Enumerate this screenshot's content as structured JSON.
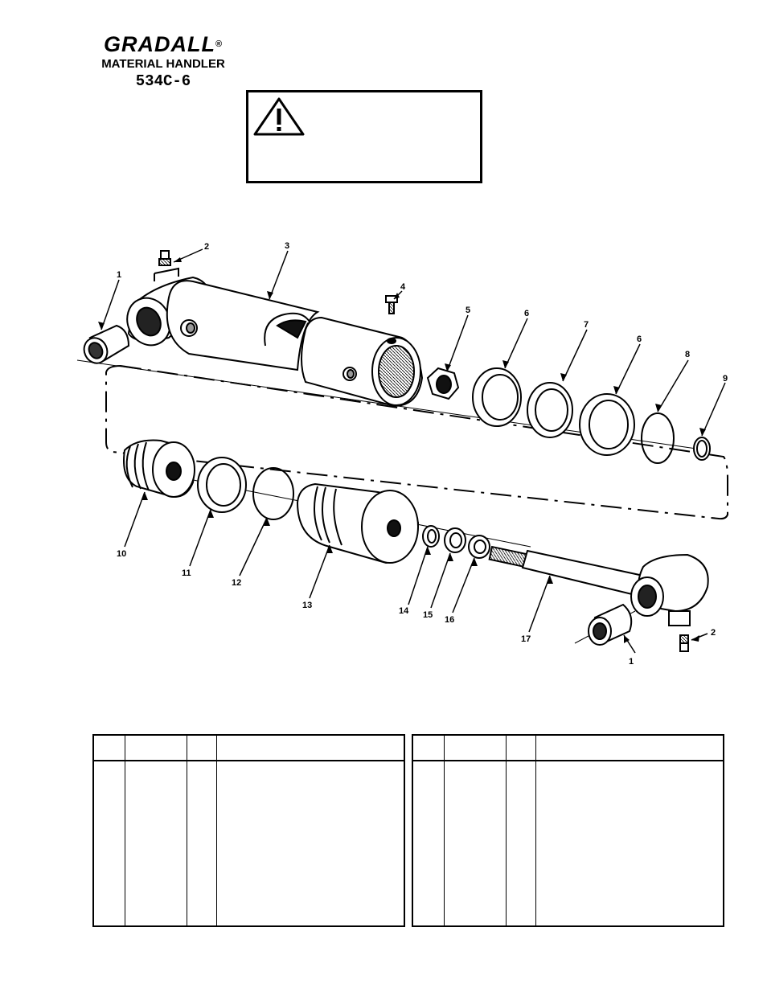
{
  "header": {
    "brand": "GRADALL",
    "registered_mark": "®",
    "product": "MATERIAL HANDLER",
    "model": "534C-6"
  },
  "warning": {
    "icon": "warning-triangle-icon"
  },
  "diagram": {
    "callouts": [
      "1",
      "2",
      "3",
      "4",
      "5",
      "6",
      "7",
      "6",
      "8",
      "9",
      "10",
      "11",
      "12",
      "13",
      "14",
      "15",
      "16",
      "17",
      "1",
      "2"
    ]
  },
  "parts_tables": {
    "columns": 4,
    "left_table_rows": 0,
    "right_table_rows": 0
  }
}
